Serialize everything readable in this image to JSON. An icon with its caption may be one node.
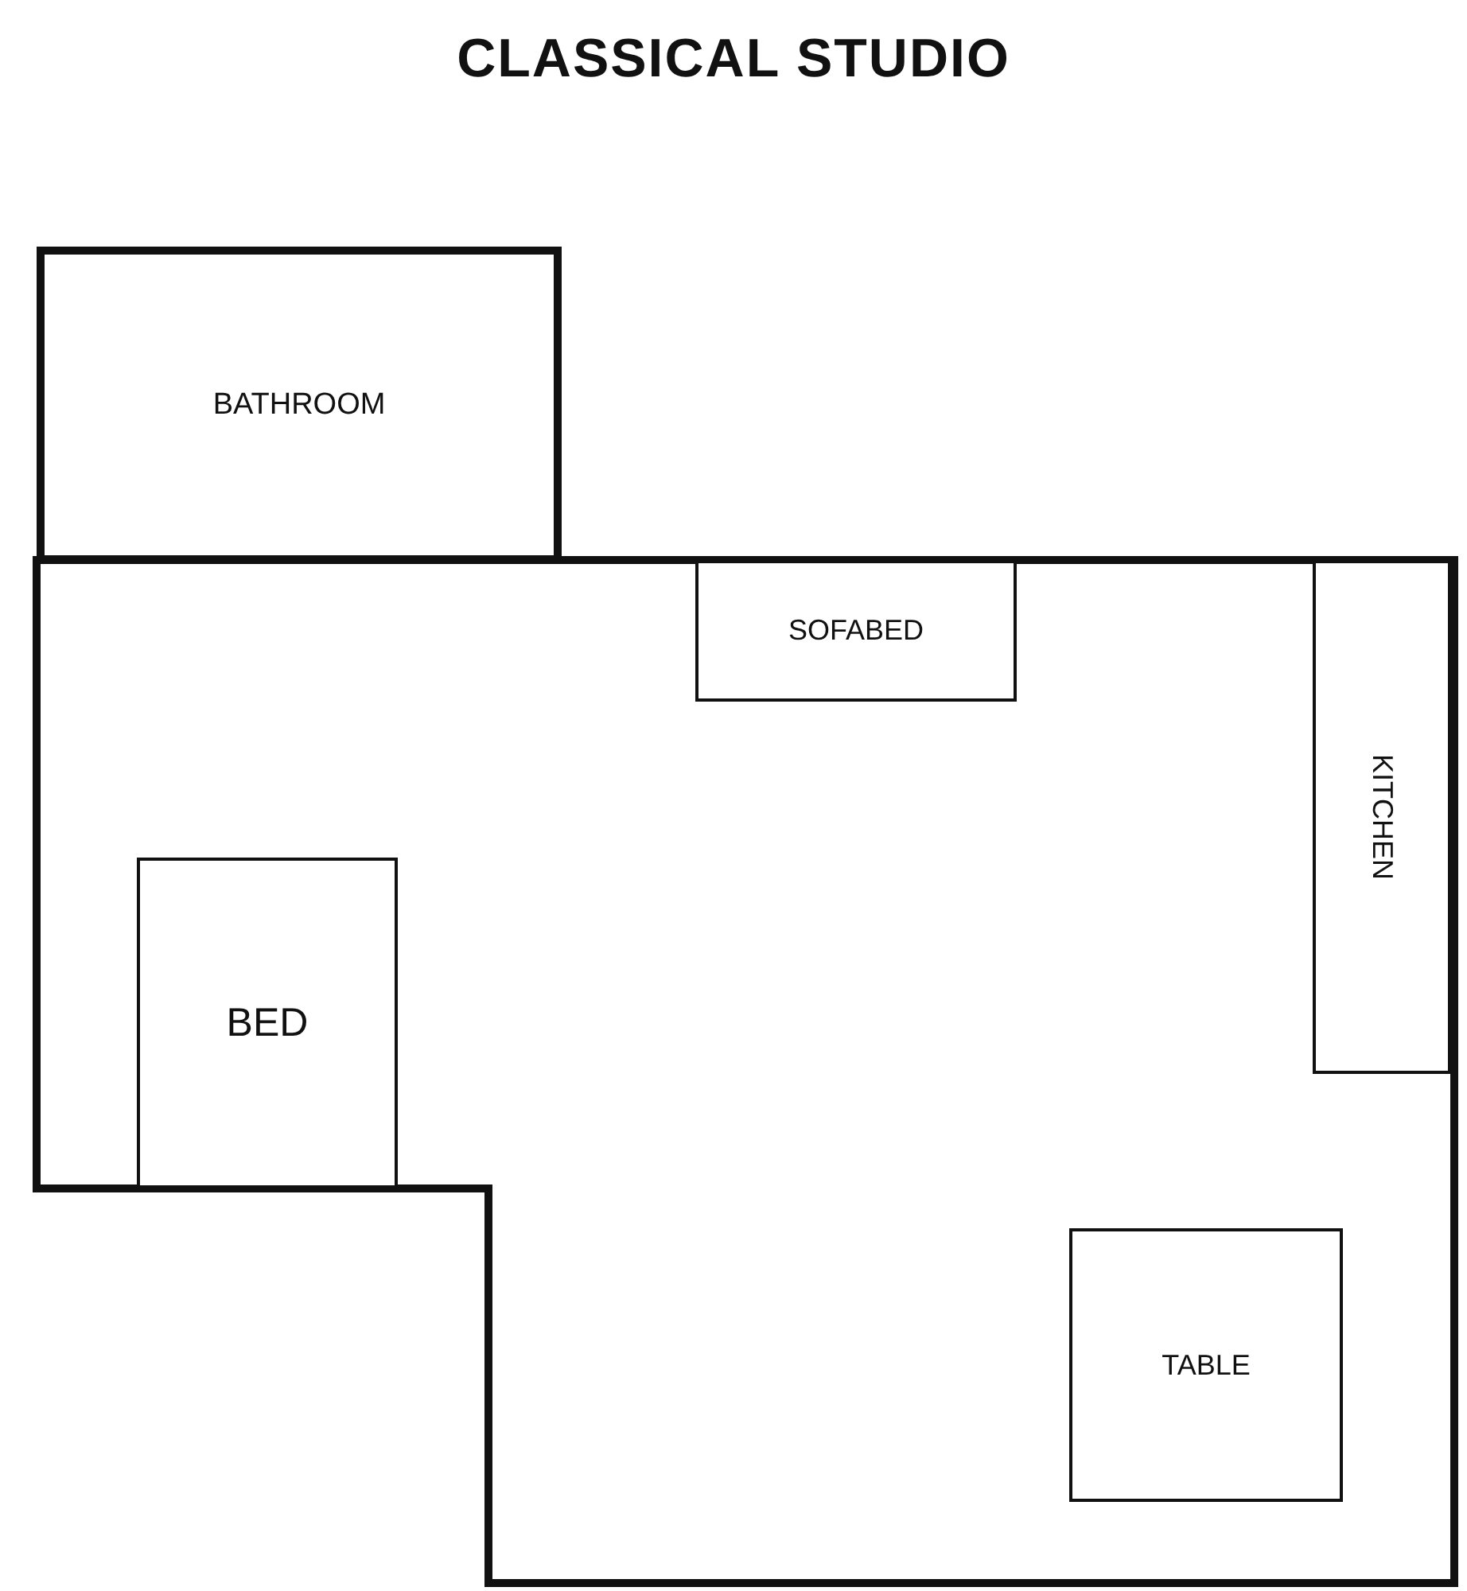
{
  "diagram": {
    "title": "CLASSICAL STUDIO",
    "nodes": [
      {
        "text": [
          "BATHROOM"
        ]
      },
      {
        "text": [],
        "shape": "box"
      },
      {
        "text": [
          "SOFABED"
        ],
        "in": 1
      },
      {
        "text": [
          "KITCHEN"
        ],
        "in": 1
      },
      {
        "text": [
          "BED"
        ],
        "in": 1
      },
      {
        "text": [
          "TABLE"
        ],
        "in": 1
      }
    ],
    "edges": []
  }
}
